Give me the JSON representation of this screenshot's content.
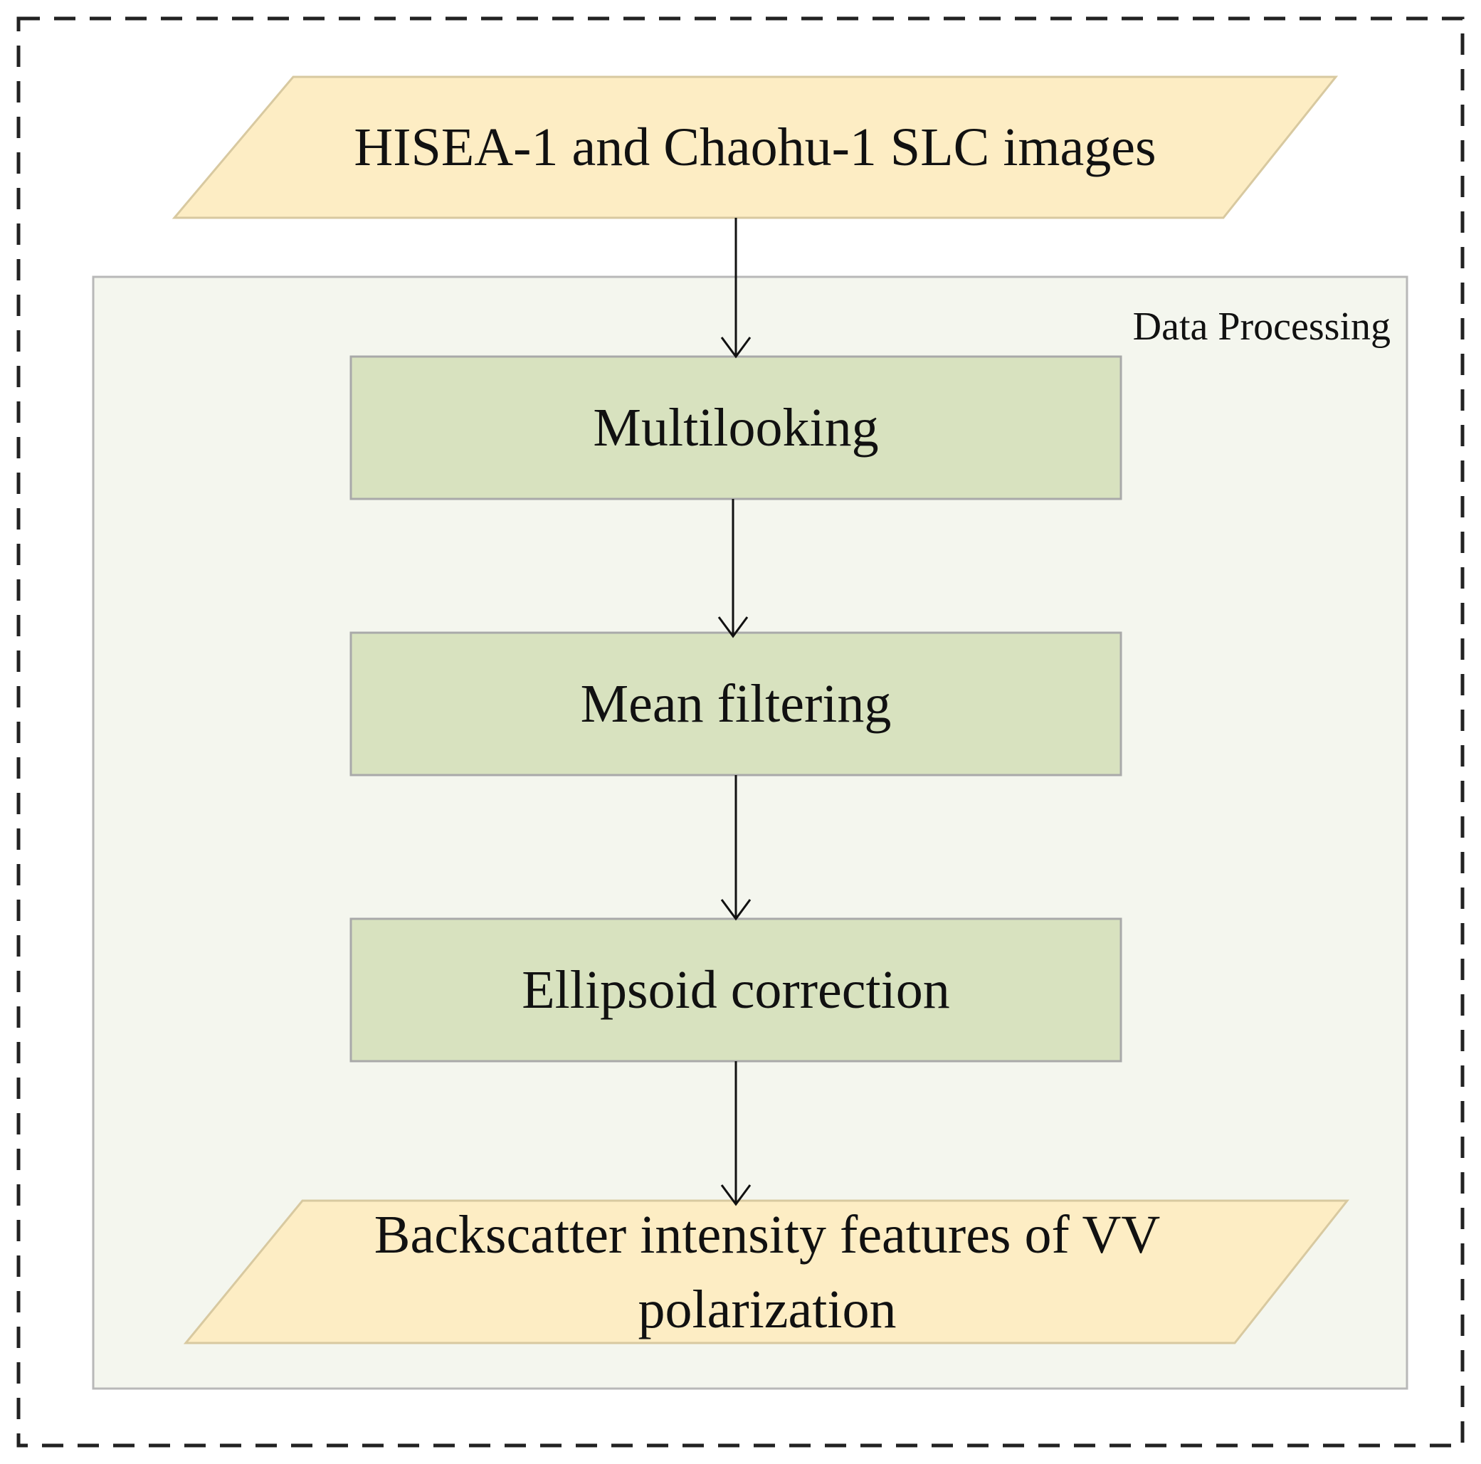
{
  "diagram": {
    "container_label": "Data Processing",
    "input_node": {
      "label": "HISEA-1 and Chaohu-1 SLC images"
    },
    "steps": [
      {
        "label": "Multilooking"
      },
      {
        "label": "Mean filtering"
      },
      {
        "label": "Ellipsoid correction"
      }
    ],
    "output_node": {
      "label_line1": "Backscatter intensity features of VV",
      "label_line2": "polarization"
    },
    "colors": {
      "io_fill": "#fdedc4",
      "io_stroke": "#d8c9a0",
      "step_fill": "#d8e2bf",
      "step_stroke": "#a9a9a9",
      "container_fill": "#f4f6ee",
      "container_stroke": "#b8b8b8",
      "frame_stroke": "#222222",
      "arrow_stroke": "#111111"
    }
  }
}
